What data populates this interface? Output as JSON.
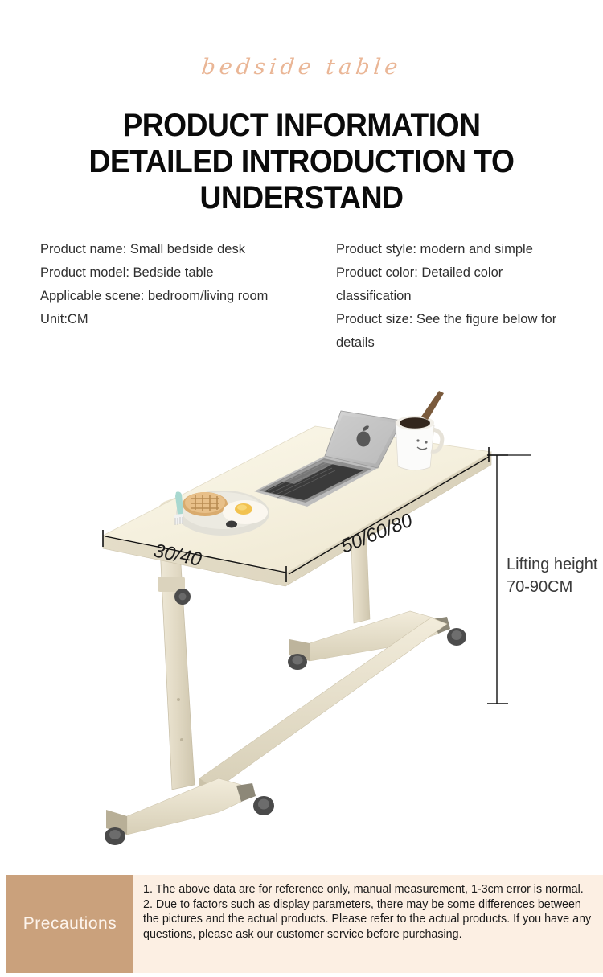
{
  "header": {
    "script_title": "bedside table",
    "heading_line1": "PRODUCT INFORMATION",
    "heading_line2": "DETAILED INTRODUCTION TO",
    "heading_line3": "UNDERSTAND",
    "script_color": "#eab696"
  },
  "specs": {
    "left": [
      "Product name: Small bedside desk",
      "Product model: Bedside table",
      "Applicable scene: bedroom/living room",
      "Unit:CM"
    ],
    "right": [
      "Product style: modern and simple",
      "Product color: Detailed color classification",
      "Product size: See the figure below for details"
    ]
  },
  "illustration": {
    "depth_label": "30/40",
    "width_label": "50/60/80",
    "height_label_line1": "Lifting height",
    "height_label_line2": "70-90CM",
    "desktop_color": "#f4efdd",
    "frame_color": "#e9e2cf",
    "caster_color": "#4a4a4a"
  },
  "footer": {
    "label": "Precautions",
    "label_bg": "#caa17c",
    "body_bg": "#fcefe3",
    "notes": [
      "1. The above data are for reference only, manual measurement, 1-3cm error is normal.",
      "2. Due to factors such as display parameters, there may be some differences between the pictures and the actual products. Please refer to the actual products. If you have any questions, please ask our customer service before purchasing."
    ]
  }
}
